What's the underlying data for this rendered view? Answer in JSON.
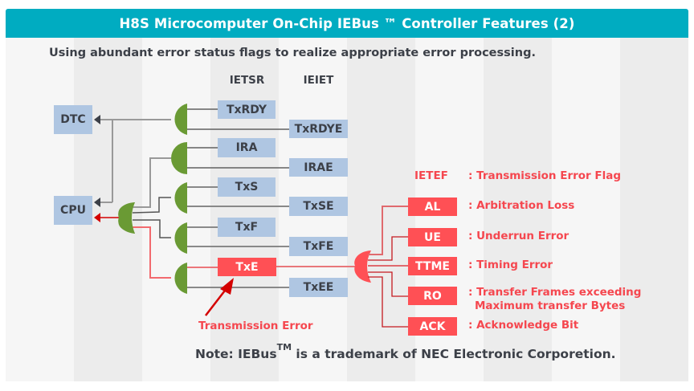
{
  "header": {
    "title": "H8S Microcomputer On-Chip IEBus ™ Controller Features (2)"
  },
  "subtitle": "Using abundant error status flags to realize appropriate error processing.",
  "columns": {
    "ietsr": "IETSR",
    "ieiet": "IEIET"
  },
  "targets": {
    "dtc": "DTC",
    "cpu": "CPU"
  },
  "ietsr_flags": [
    "TxRDY",
    "IRA",
    "TxS",
    "TxF",
    "TxE"
  ],
  "ieiet_flags": [
    "TxRDYE",
    "IRAE",
    "TxSE",
    "TxFE",
    "TxEE"
  ],
  "annotation": "Transmission Error",
  "ietef": {
    "label": "IETEF",
    "description": ": Transmission Error Flag",
    "bits": [
      {
        "name": "AL",
        "description": ": Arbitration Loss"
      },
      {
        "name": "UE",
        "description": ": Underrun Error"
      },
      {
        "name": "TTME",
        "description": ": Timing Error"
      },
      {
        "name": "RO",
        "description": ": Transfer Frames exceeding",
        "description2": "Maximum transfer Bytes"
      },
      {
        "name": "ACK",
        "description": ": Acknowledge Bit"
      }
    ]
  },
  "note": {
    "prefix": "Note: IEBus",
    "tm": "TM",
    "suffix": " is a trademark of NEC Electronic Corporetion."
  },
  "colors": {
    "header": "#00acc1",
    "flag_box": "#afc6e2",
    "error_box": "#ff5055",
    "gate_green": "#6a9a34",
    "gate_red": "#ff5055",
    "arrow_red": "#d40000",
    "text_red": "#f5474f"
  }
}
